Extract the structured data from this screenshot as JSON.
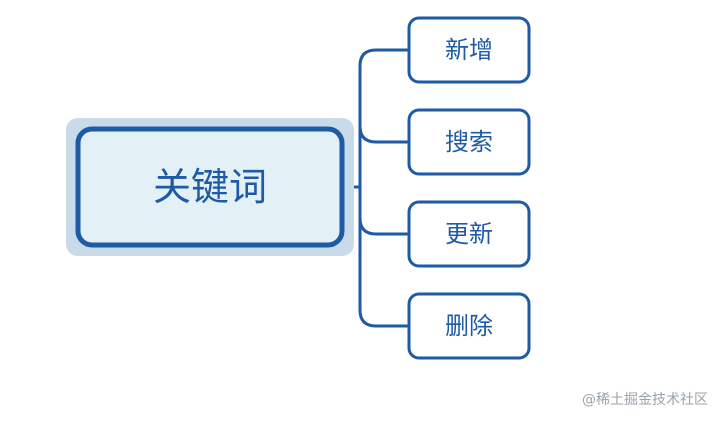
{
  "diagram": {
    "type": "mind-map",
    "root": {
      "label": "关键词"
    },
    "children": [
      {
        "label": "新增"
      },
      {
        "label": "搜索"
      },
      {
        "label": "更新"
      },
      {
        "label": "删除"
      }
    ],
    "colors": {
      "stroke": "#1f5aa6",
      "root_fill": "#e3f1f7",
      "root_halo": "#c9dbe8",
      "child_fill": "#ffffff",
      "text": "#1f5aa6"
    }
  },
  "watermark": {
    "text": "@稀土掘金技术社区"
  }
}
